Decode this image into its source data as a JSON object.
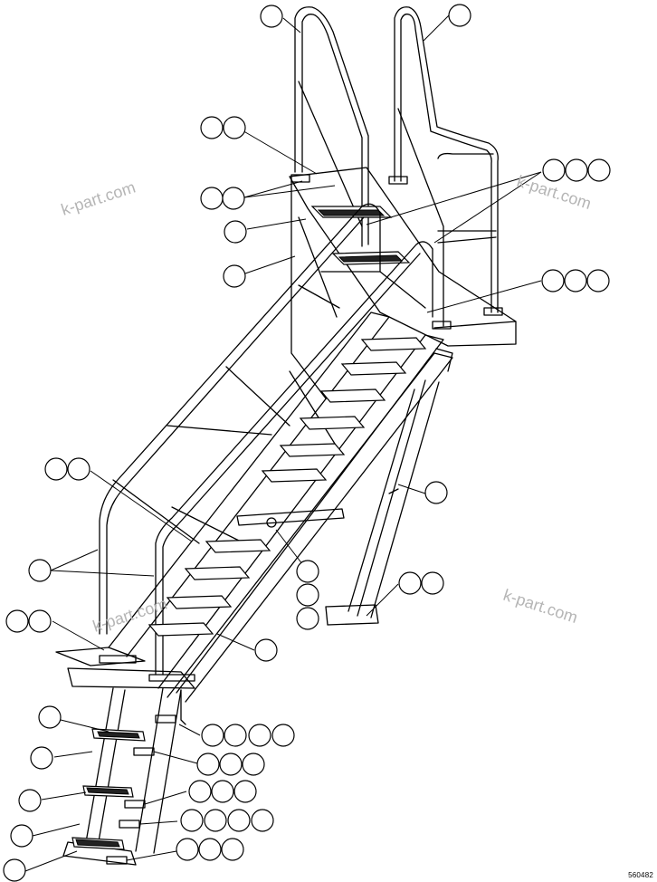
{
  "drawing": {
    "watermarks": [
      "k-part.com",
      "k-part.com",
      "k-part.com",
      "k-part.com"
    ],
    "reference_code": "560482"
  },
  "callouts": [
    {
      "name": "callout-handrail-top-left",
      "bubbles": 1
    },
    {
      "name": "callout-handrail-top-right",
      "bubbles": 1
    },
    {
      "name": "callout-platform-bolt",
      "bubbles": 2
    },
    {
      "name": "callout-platform-plate",
      "bubbles": 2
    },
    {
      "name": "callout-upper-tread",
      "bubbles": 1
    },
    {
      "name": "callout-upper-stringer",
      "bubbles": 1
    },
    {
      "name": "callout-rail-clamp-upper",
      "bubbles": 3
    },
    {
      "name": "callout-platform-mount",
      "bubbles": 3
    },
    {
      "name": "callout-support-leg",
      "bubbles": 1
    },
    {
      "name": "callout-leg-foot",
      "bubbles": 2
    },
    {
      "name": "callout-rail-bracket",
      "bubbles": 2
    },
    {
      "name": "callout-side-rails",
      "bubbles": 1
    },
    {
      "name": "callout-pivot-pin",
      "bubbles": 1
    },
    {
      "name": "callout-pivot-hardware",
      "bubbles": 2
    },
    {
      "name": "callout-base-plate",
      "bubbles": 2
    },
    {
      "name": "callout-main-stringer",
      "bubbles": 1
    },
    {
      "name": "callout-lower-ladder-top",
      "bubbles": 4
    },
    {
      "name": "callout-lower-ladder-bracket",
      "bubbles": 3
    },
    {
      "name": "callout-lower-ladder-mid",
      "bubbles": 3
    },
    {
      "name": "callout-lower-ladder-low",
      "bubbles": 4
    },
    {
      "name": "callout-lower-ladder-bottom",
      "bubbles": 3
    },
    {
      "name": "callout-ladder-left-1",
      "bubbles": 1
    },
    {
      "name": "callout-ladder-left-2",
      "bubbles": 1
    },
    {
      "name": "callout-ladder-left-3",
      "bubbles": 1
    },
    {
      "name": "callout-ladder-left-4",
      "bubbles": 1
    },
    {
      "name": "callout-ladder-left-5",
      "bubbles": 1
    }
  ]
}
